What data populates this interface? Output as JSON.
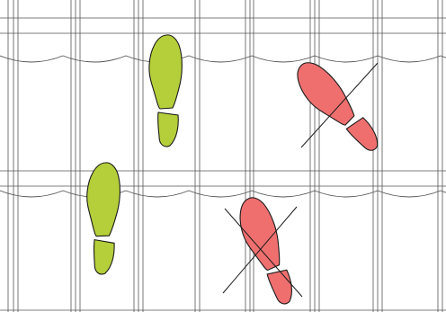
{
  "colors": {
    "background": "#ffffff",
    "grid_line": "#555555",
    "allowed_fill": "#b5cf3a",
    "forbidden_fill": "#ef6f6f",
    "outline": "#1a1a1a"
  },
  "footprints": [
    {
      "id": "allowed-footprint-1",
      "status": "allowed",
      "icon": "shoe-print-icon"
    },
    {
      "id": "allowed-footprint-2",
      "status": "allowed",
      "icon": "shoe-print-icon"
    },
    {
      "id": "forbidden-footprint-1",
      "status": "forbidden",
      "icon": "crossed-shoe-print-icon"
    },
    {
      "id": "forbidden-footprint-2",
      "status": "forbidden",
      "icon": "crossed-shoe-print-icon"
    }
  ]
}
